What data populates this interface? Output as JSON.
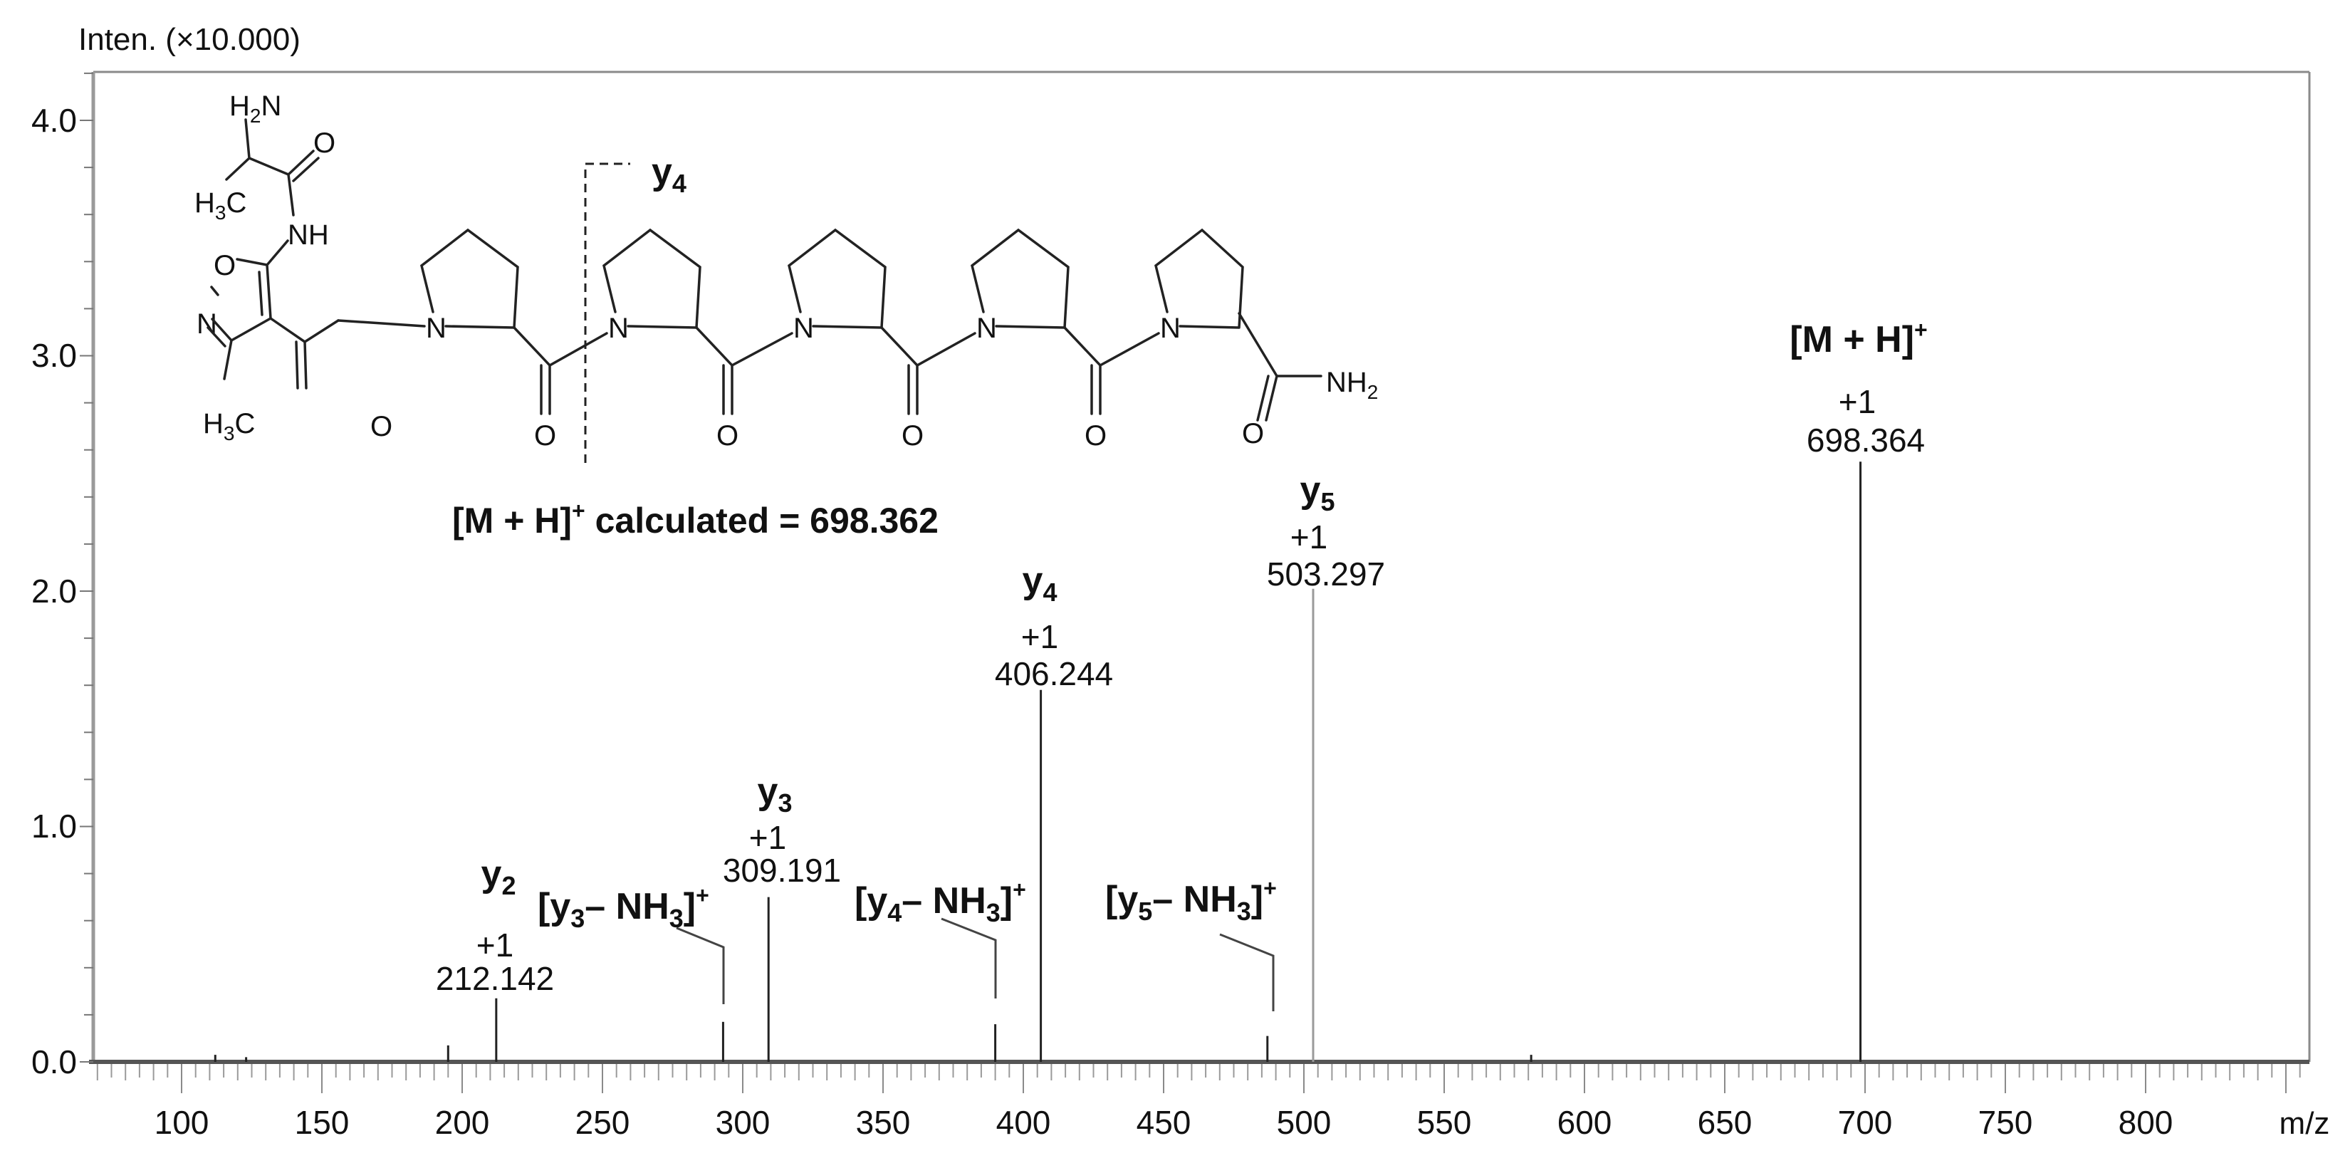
{
  "chart_data": {
    "type": "bar",
    "subtype": "mass-spectrum-stick",
    "title": "",
    "xlabel": "m/z",
    "ylabel": "Inten. (×10.000)",
    "xlim": [
      68.5,
      858
    ],
    "ylim": [
      0,
      4.2
    ],
    "x_ticks": [
      100,
      150,
      200,
      250,
      300,
      350,
      400,
      450,
      500,
      550,
      600,
      650,
      700,
      750,
      800
    ],
    "y_ticks": [
      0.0,
      1.0,
      2.0,
      3.0,
      4.0
    ],
    "y_tick_labels": [
      "0.0",
      "1.0",
      "2.0",
      "3.0",
      "4.0"
    ],
    "grid": false,
    "legend": null,
    "peaks": [
      {
        "mz": 112.0,
        "intensity": 0.03,
        "label": null
      },
      {
        "mz": 123.0,
        "intensity": 0.02,
        "label": null
      },
      {
        "mz": 195.0,
        "intensity": 0.07,
        "label": null
      },
      {
        "mz": 212.142,
        "intensity": 0.27,
        "label": "y2",
        "charge": "+1",
        "mz_label": "212.142"
      },
      {
        "mz": 293.0,
        "intensity": 0.17,
        "label": "[y3– NH3]+"
      },
      {
        "mz": 309.191,
        "intensity": 0.7,
        "label": "y3",
        "charge": "+1",
        "mz_label": "309.191"
      },
      {
        "mz": 390.0,
        "intensity": 0.16,
        "label": "[y4– NH3]+"
      },
      {
        "mz": 406.244,
        "intensity": 1.58,
        "label": "y4",
        "charge": "+1",
        "mz_label": "406.244"
      },
      {
        "mz": 487.0,
        "intensity": 0.11,
        "label": "[y5– NH3]+"
      },
      {
        "mz": 503.297,
        "intensity": 2.01,
        "label": "y5",
        "charge": "+1",
        "mz_label": "503.297"
      },
      {
        "mz": 581.0,
        "intensity": 0.03,
        "label": null
      },
      {
        "mz": 698.364,
        "intensity": 2.55,
        "label": "[M + H]+",
        "charge": "+1",
        "mz_label": "698.364"
      }
    ],
    "annotations": [
      "[M + H]+ calculated = 698.362",
      "y4 cleavage marker on structure"
    ]
  },
  "axis": {
    "y_title": "Inten. (×10.000)",
    "x_unit": "m/z",
    "x_labels": [
      "100",
      "150",
      "200",
      "250",
      "300",
      "350",
      "400",
      "450",
      "500",
      "550",
      "600",
      "650",
      "700",
      "750",
      "800"
    ],
    "y_labels": [
      "0.0",
      "1.0",
      "2.0",
      "3.0",
      "4.0"
    ]
  },
  "labels": {
    "y2": {
      "ion": "y",
      "sub": "2",
      "charge": "+1",
      "mz": "212.142"
    },
    "y3": {
      "ion": "y",
      "sub": "3",
      "charge": "+1",
      "mz": "309.191"
    },
    "y4": {
      "ion": "y",
      "sub": "4",
      "charge": "+1",
      "mz": "406.244"
    },
    "y5": {
      "ion": "y",
      "sub": "5",
      "charge": "+1",
      "mz": "503.297"
    },
    "mh": {
      "text": "[M + H]",
      "sup": "+",
      "charge": "+1",
      "mz": "698.364"
    },
    "y3nh3": {
      "open": "[y",
      "sub": "3",
      "mid": "– NH",
      "sub2": "3",
      "close": "]",
      "sup": "+"
    },
    "y4nh3": {
      "open": "[y",
      "sub": "4",
      "mid": "– NH",
      "sub2": "3",
      "close": "]",
      "sup": "+"
    },
    "y5nh3": {
      "open": "[y",
      "sub": "5",
      "mid": "– NH",
      "sub2": "3",
      "close": "]",
      "sup": "+"
    }
  },
  "structure": {
    "calculated": {
      "pre": "[M + H]",
      "sup": "+",
      "post": " calculated = 698.362"
    },
    "cleavage": {
      "ion": "y",
      "sub": "4"
    },
    "atoms": {
      "h2n": {
        "a": "H",
        "s": "2",
        "b": "N"
      },
      "h3c_top": {
        "a": "H",
        "s": "3",
        "b": "C"
      },
      "h3c_bot": {
        "a": "H",
        "s": "3",
        "b": "C"
      },
      "o": "O",
      "n": "N",
      "nh": "NH",
      "nh2": {
        "a": "NH",
        "s": "2"
      }
    }
  },
  "colors": {
    "axis": "#7a7a7a",
    "peak": "#222222",
    "peak_light": "#9a9a9a",
    "text": "#111111"
  }
}
